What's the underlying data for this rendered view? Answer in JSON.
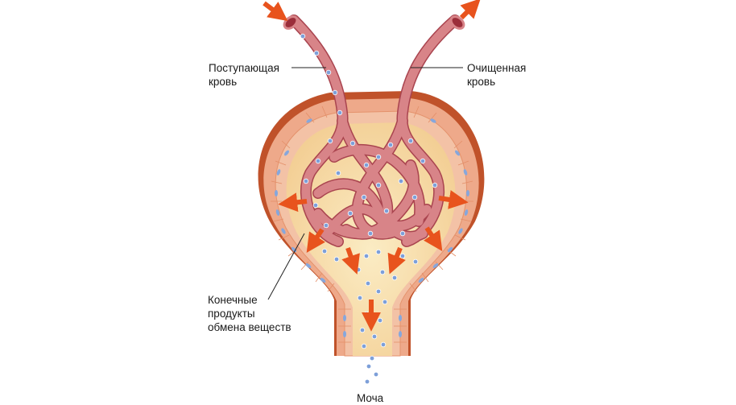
{
  "labels": {
    "incoming_blood": [
      "Поступающая",
      "кровь"
    ],
    "cleaned_blood": [
      "Очищенная",
      "кровь"
    ],
    "waste_products": [
      "Конечные",
      "продукты",
      "обмена веществ"
    ],
    "urine": "Моча"
  },
  "colors": {
    "capsule_outer": "#b94a1f",
    "capsule_wall": "#e9a07e",
    "capsule_inner_fill": "#f6d9a3",
    "cell_border": "#f0c8b2",
    "vessel": "#d67e7e",
    "vessel_dark": "#b8545c",
    "arrow": "#e8531d",
    "particle": "#7d9fd9",
    "text": "#1a1a1a"
  }
}
